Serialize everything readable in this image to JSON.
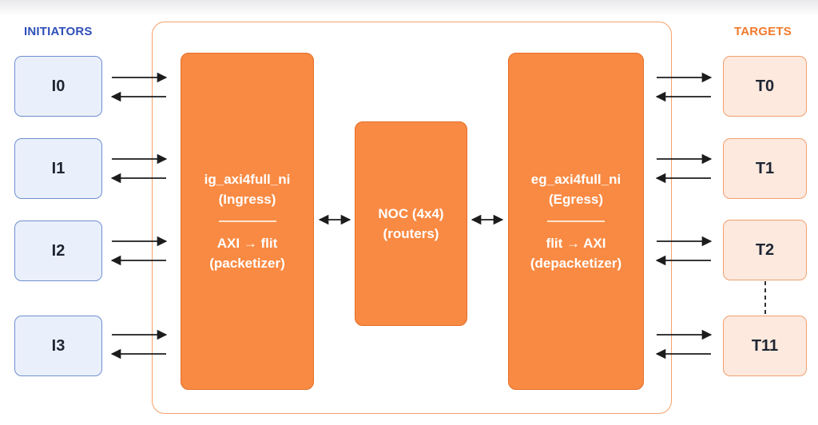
{
  "labels": {
    "initiators": "INITIATORS",
    "targets": "TARGETS"
  },
  "colors": {
    "initiator_label": "#2f4fb8",
    "target_label": "#f07a2c",
    "block_fill": "#f98a43",
    "container_border": "#f6a068",
    "initiator_fill": "#eaf0fb",
    "target_fill": "#fde9de"
  },
  "initiators": [
    {
      "label": "I0"
    },
    {
      "label": "I1"
    },
    {
      "label": "I2"
    },
    {
      "label": "I3"
    }
  ],
  "targets": [
    {
      "label": "T0"
    },
    {
      "label": "T1"
    },
    {
      "label": "T2"
    },
    {
      "label": "T11"
    }
  ],
  "ingress": {
    "name": "ig_axi4full_ni",
    "role": "(Ingress)",
    "function": "AXI → flit",
    "detail": "(packetizer)"
  },
  "noc": {
    "name": "NOC (4x4)",
    "detail": "(routers)"
  },
  "egress": {
    "name": "eg_axi4full_ni",
    "role": "(Egress)",
    "function": "flit → AXI",
    "detail": "(depacketizer)"
  }
}
